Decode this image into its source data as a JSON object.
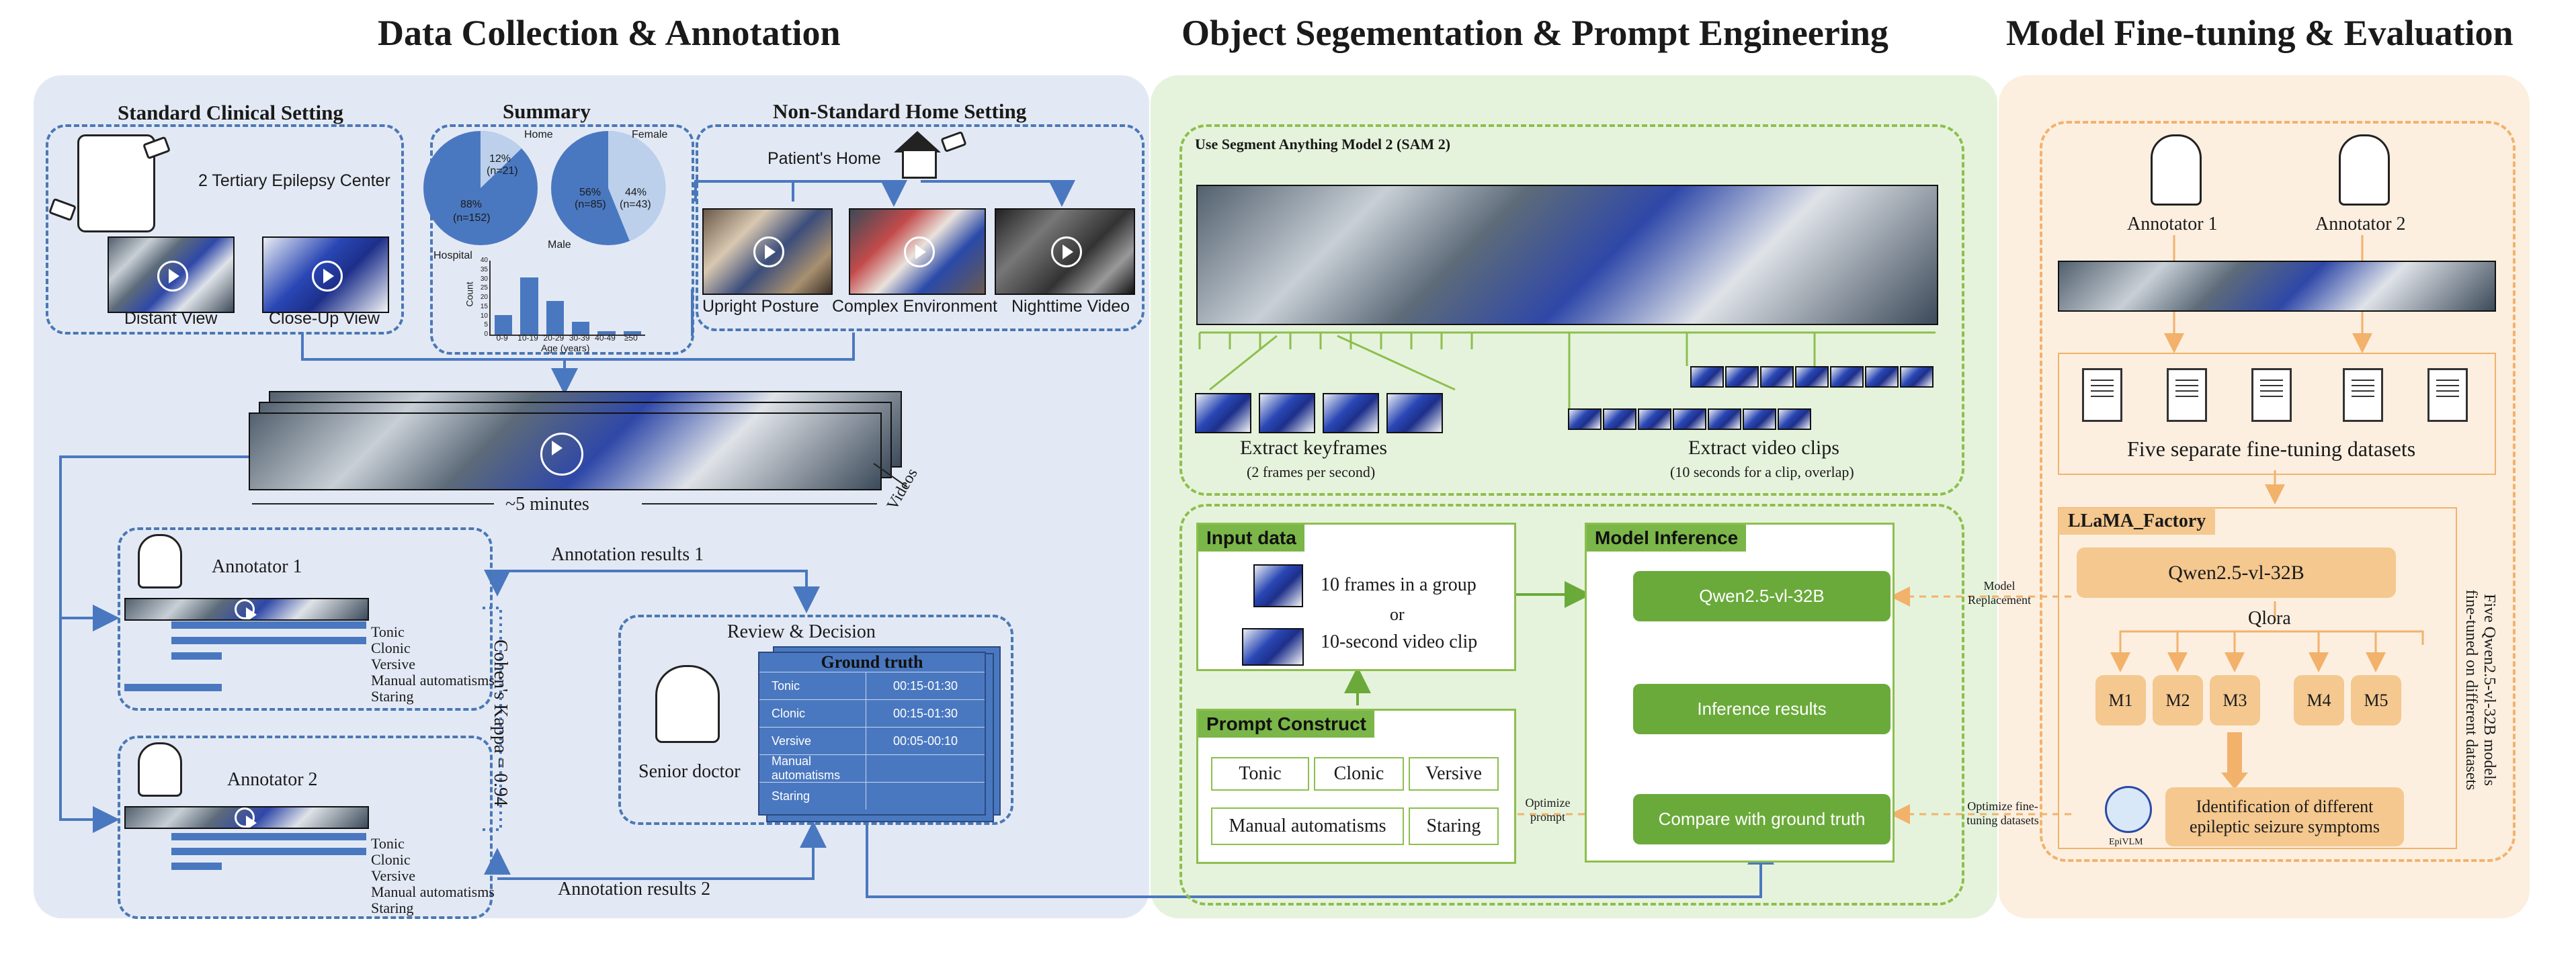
{
  "sections": {
    "s1": "Data Collection & Annotation",
    "s2": "Object Segementation & Prompt Engineering",
    "s3": "Model Fine-tuning & Evaluation"
  },
  "clinical": {
    "title": "Standard Clinical Setting",
    "center": "2 Tertiary Epilepsy Center",
    "distant": "Distant View",
    "closeup": "Close-Up View"
  },
  "summary": {
    "title": "Summary",
    "pie1": {
      "top_pct": "12%",
      "top_n": "(n=21)",
      "big_pct": "88%",
      "big_n": "(n=152)",
      "home": "Home",
      "hospital": "Hospital",
      "values": [
        12,
        88
      ]
    },
    "pie2": {
      "left_pct": "56%",
      "left_n": "(n=85)",
      "right_pct": "44%",
      "right_n": "(n=43)",
      "female": "Female",
      "male": "Male",
      "values": [
        56,
        44
      ]
    },
    "hist": {
      "ylabel": "Count",
      "xlabel": "Age (years)",
      "categories": [
        "0-9",
        "10-19",
        "20-29",
        "30-39",
        "40-49",
        "≥50"
      ],
      "values": [
        11,
        32,
        19,
        7,
        2,
        2
      ],
      "yticks": [
        "40",
        "35",
        "30",
        "25",
        "20",
        "15",
        "10",
        "5",
        "0"
      ]
    }
  },
  "home": {
    "title": "Non-Standard Home Setting",
    "patient_home": "Patient's Home",
    "upright": "Upright Posture",
    "complex": "Complex Environment",
    "night": "Nighttime Video"
  },
  "videos": {
    "duration": "~5 minutes",
    "label": "Videos"
  },
  "annot1": {
    "name": "Annotator 1",
    "labels": [
      "Tonic",
      "Clonic",
      "Versive",
      "Manual automatisms",
      "Staring"
    ]
  },
  "annot2": {
    "name": "Annotator 2",
    "labels": [
      "Tonic",
      "Clonic",
      "Versive",
      "Manual automatisms",
      "Staring"
    ]
  },
  "kappa": "Cohen's Kappa = 0.94",
  "results1": "Annotation results 1",
  "results2": "Annotation results 2",
  "review": {
    "title": "Review & Decision",
    "doctor": "Senior doctor",
    "gt_title": "Ground truth",
    "rows": [
      {
        "label": "Tonic",
        "time": "00:15-01:30"
      },
      {
        "label": "Clonic",
        "time": "00:15-01:30"
      },
      {
        "label": "Versive",
        "time": "00:05-00:10"
      },
      {
        "label": "Manual automatisms",
        "time": ""
      },
      {
        "label": "Staring",
        "time": ""
      }
    ]
  },
  "sam": {
    "title": "Use Segment Anything Model 2 (SAM 2)",
    "kf": "Extract keyframes",
    "kf_sub": "(2 frames per second)",
    "clips": "Extract video clips",
    "clips_sub": "(10 seconds for a clip, overlap)"
  },
  "input": {
    "title": "Input data",
    "opt1": "10 frames in a group",
    "or": "or",
    "opt2": "10-second video clip"
  },
  "prompt": {
    "title": "Prompt Construct",
    "tags": [
      "Tonic",
      "Clonic",
      "Versive",
      "Manual automatisms",
      "Staring"
    ]
  },
  "inference": {
    "title": "Model Inference",
    "model": "Qwen2.5-vl-32B",
    "results": "Inference results",
    "compare": "Compare with ground truth"
  },
  "optimize_prompt": "Optimize prompt",
  "model_replacement": "Model Replacement",
  "optimize_datasets": "Optimize fine-tuning datasets",
  "finetune": {
    "annotator1": "Annotator 1",
    "annotator2": "Annotator 2",
    "datasets": "Five separate fine-tuning datasets",
    "factory": "LLaMA_Factory",
    "model": "Qwen2.5-vl-32B",
    "qlora": "Qlora",
    "models": [
      "M1",
      "M2",
      "M3",
      "M4",
      "M5"
    ],
    "side_note": "Five Qwen2.5-vl-32B models fine-tuned on different datasets",
    "ident": "Identification of different epileptic seizure symptoms",
    "logo": "EpiVLM"
  },
  "colors": {
    "blue_panel": "#e3e9f4",
    "green_panel": "#e6f3dc",
    "orange_panel": "#fcefe0",
    "blue": "#4a78b5",
    "green": "#6aaa3a",
    "orange": "#f4c88f"
  }
}
